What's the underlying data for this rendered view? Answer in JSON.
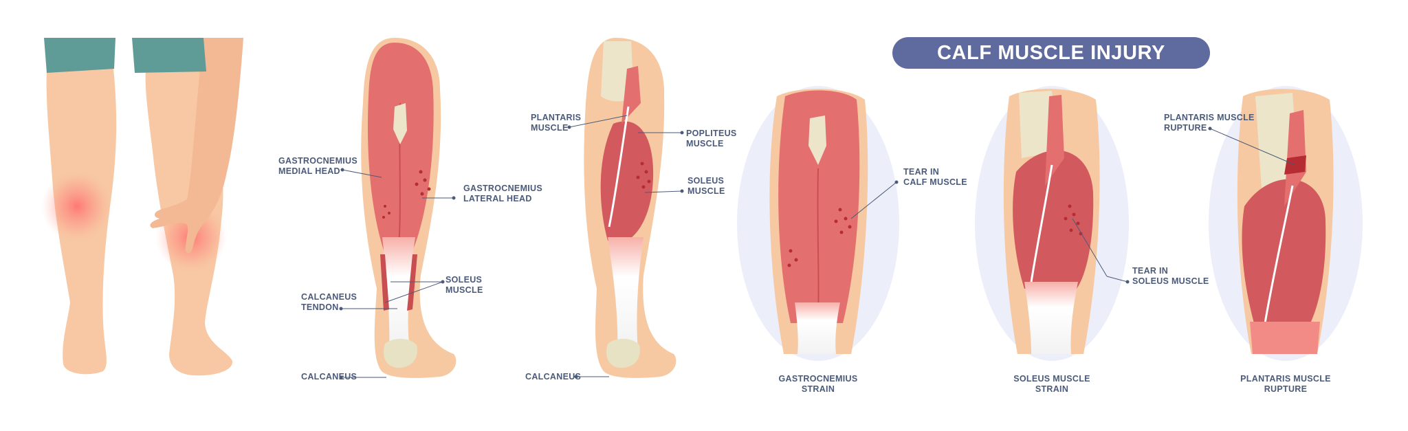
{
  "title": "CALF MUSCLE INJURY",
  "colors": {
    "title_bg": "#5f6b9e",
    "label_text": "#4a5a78",
    "muscle": "#e46f6f",
    "muscle_dark": "#c94e52",
    "skin": "#f7c8a3",
    "bone": "#e8e2c5",
    "shorts": "#5f9b97",
    "halo": "#eceef9"
  },
  "panel2": {
    "gastroc_medial": [
      "GASTROCNEMIUS",
      "MEDIAL HEAD"
    ],
    "gastroc_lateral": [
      "GASTROCNEMIUS",
      "LATERAL HEAD"
    ],
    "soleus": [
      "SOLEUS",
      "MUSCLE"
    ],
    "calcaneus_tendon": [
      "CALCANEUS",
      "TENDON"
    ],
    "calcaneus": "CALCANEUS"
  },
  "panel3": {
    "plantaris": [
      "PLANTARIS",
      "MUSCLE"
    ],
    "popliteus": [
      "POPLITEUS",
      "MUSCLE"
    ],
    "soleus": [
      "SOLEUS",
      "MUSCLE"
    ],
    "calcaneus": "CALCANEUS"
  },
  "panel4": {
    "tear": [
      "TEAR IN",
      "CALF MUSCLE"
    ],
    "caption": [
      "GASTROCNEMIUS",
      "STRAIN"
    ]
  },
  "panel5": {
    "tear": [
      "TEAR IN",
      "SOLEUS MUSCLE"
    ],
    "caption": [
      "SOLEUS MUSCLE",
      "STRAIN"
    ]
  },
  "panel6": {
    "rupture": [
      "PLANTARIS MUSCLE",
      "RUPTURE"
    ],
    "caption": [
      "PLANTARIS MUSCLE",
      "RUPTURE"
    ]
  }
}
